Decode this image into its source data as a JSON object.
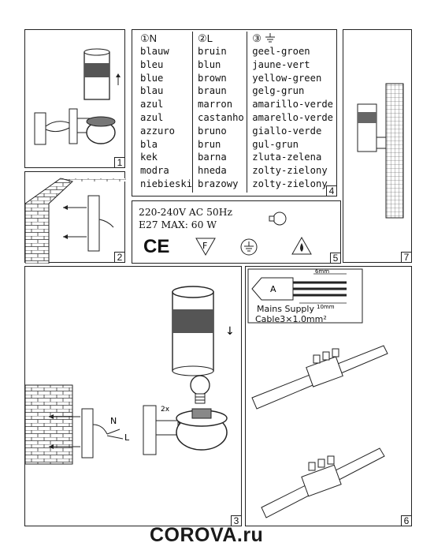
{
  "panels": {
    "p1": "1",
    "p2": "2",
    "p3": "3",
    "p4": "4",
    "p5": "5",
    "p6": "6",
    "p7": "7"
  },
  "wire_table": {
    "n_head": "①N",
    "l_head": "②L",
    "pe_head": "③",
    "n": [
      "blauw",
      "bleu",
      "blue",
      "blau",
      "azul",
      "azul",
      "azzuro",
      "bla",
      "kek",
      "modra",
      "niebieski"
    ],
    "l": [
      "bruin",
      "blun",
      "brown",
      "braun",
      "marron",
      "castanho",
      "bruno",
      "brun",
      "barna",
      "hneda",
      "brazowy"
    ],
    "pe": [
      "geel-groen",
      "jaune-vert",
      "yellow-green",
      "gelg-grun",
      "amarillo-verde",
      "amarello-verde",
      "giallo-verde",
      "gul-grun",
      "zluta-zelena",
      "zolty-zielony",
      "zolty-zielony"
    ]
  },
  "specs": {
    "voltage": "220-240V AC 50Hz",
    "bulb": "E27 MAX: 60 W",
    "ce": "CE"
  },
  "install_labels": {
    "n": "N",
    "l": "L",
    "screws": "2x",
    "arrow": "↓"
  },
  "cable": {
    "len_a": "6mm",
    "len_b": "10mm",
    "mark_a": "A",
    "caption_1": "Mains Supply",
    "caption_2": "Cable3×1.0mm²"
  },
  "brand": {
    "logo": "COROVA.ru"
  }
}
